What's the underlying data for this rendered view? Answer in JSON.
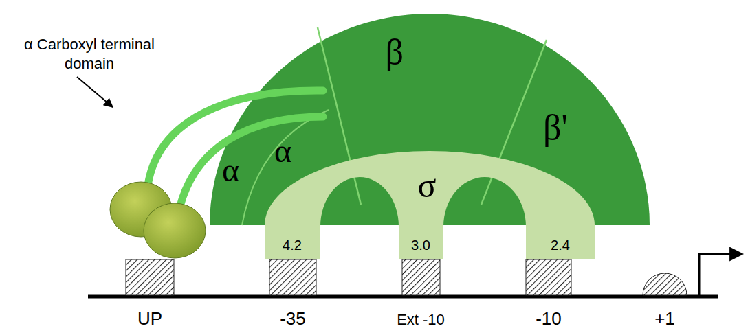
{
  "diagram": {
    "nodes": [
      {
        "text": [
          "β"
        ]
      },
      {
        "text": [
          "β'"
        ]
      },
      {
        "text": [
          "α"
        ]
      },
      {
        "text": [
          "α"
        ]
      },
      {
        "text": [
          "σ"
        ]
      }
    ],
    "labels": [
      "α Carboxyl terminal domain",
      "4.2",
      "3.0",
      "2.4",
      "UP",
      "-35",
      "Ext -10",
      "-10",
      "+1"
    ]
  }
}
